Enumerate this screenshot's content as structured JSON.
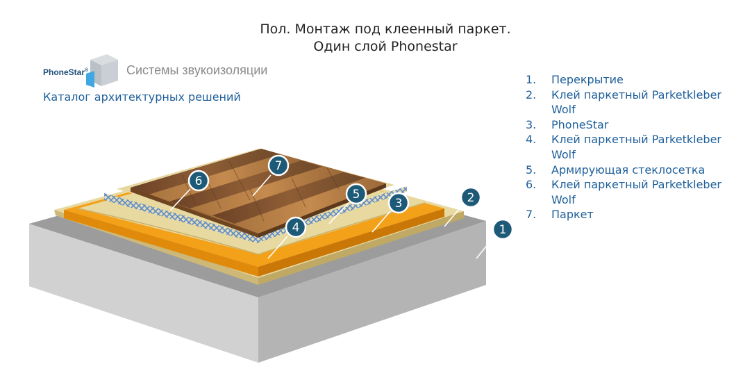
{
  "title": {
    "line1": "Пол. Монтаж под клеенный паркет.",
    "line2": "Один слой Phonestar"
  },
  "brand": {
    "name": "PhoneStar",
    "trademark": "®",
    "tagline": "Системы звукоизоляции",
    "catalog": "Каталог архитектурных решений"
  },
  "legend": [
    {
      "num": "1.",
      "text": "Перекрытие"
    },
    {
      "num": "2.",
      "text": "Клей паркетный Parketkleber Wolf"
    },
    {
      "num": "3.",
      "text": "PhoneStar"
    },
    {
      "num": "4.",
      "text": "Клей паркетный Parketkleber Wolf"
    },
    {
      "num": "5.",
      "text": "Армирующая стеклосетка"
    },
    {
      "num": "6.",
      "text": "Клей паркетный Parketkleber Wolf"
    },
    {
      "num": "7.",
      "text": "Паркет"
    }
  ],
  "callouts": [
    "1",
    "2",
    "3",
    "4",
    "5",
    "6",
    "7"
  ],
  "colors": {
    "accent_blue": "#1e5f9a",
    "callout_fill": "#1d5a77",
    "concrete_top": "#9b9b9b",
    "concrete_front": "#cfcfcf",
    "concrete_side": "#b0b0b0",
    "adhesive": "#e6d69d",
    "phonestar": "#f39c12",
    "mesh": "#5b8bc9",
    "parquet": "#8b5a2b"
  }
}
